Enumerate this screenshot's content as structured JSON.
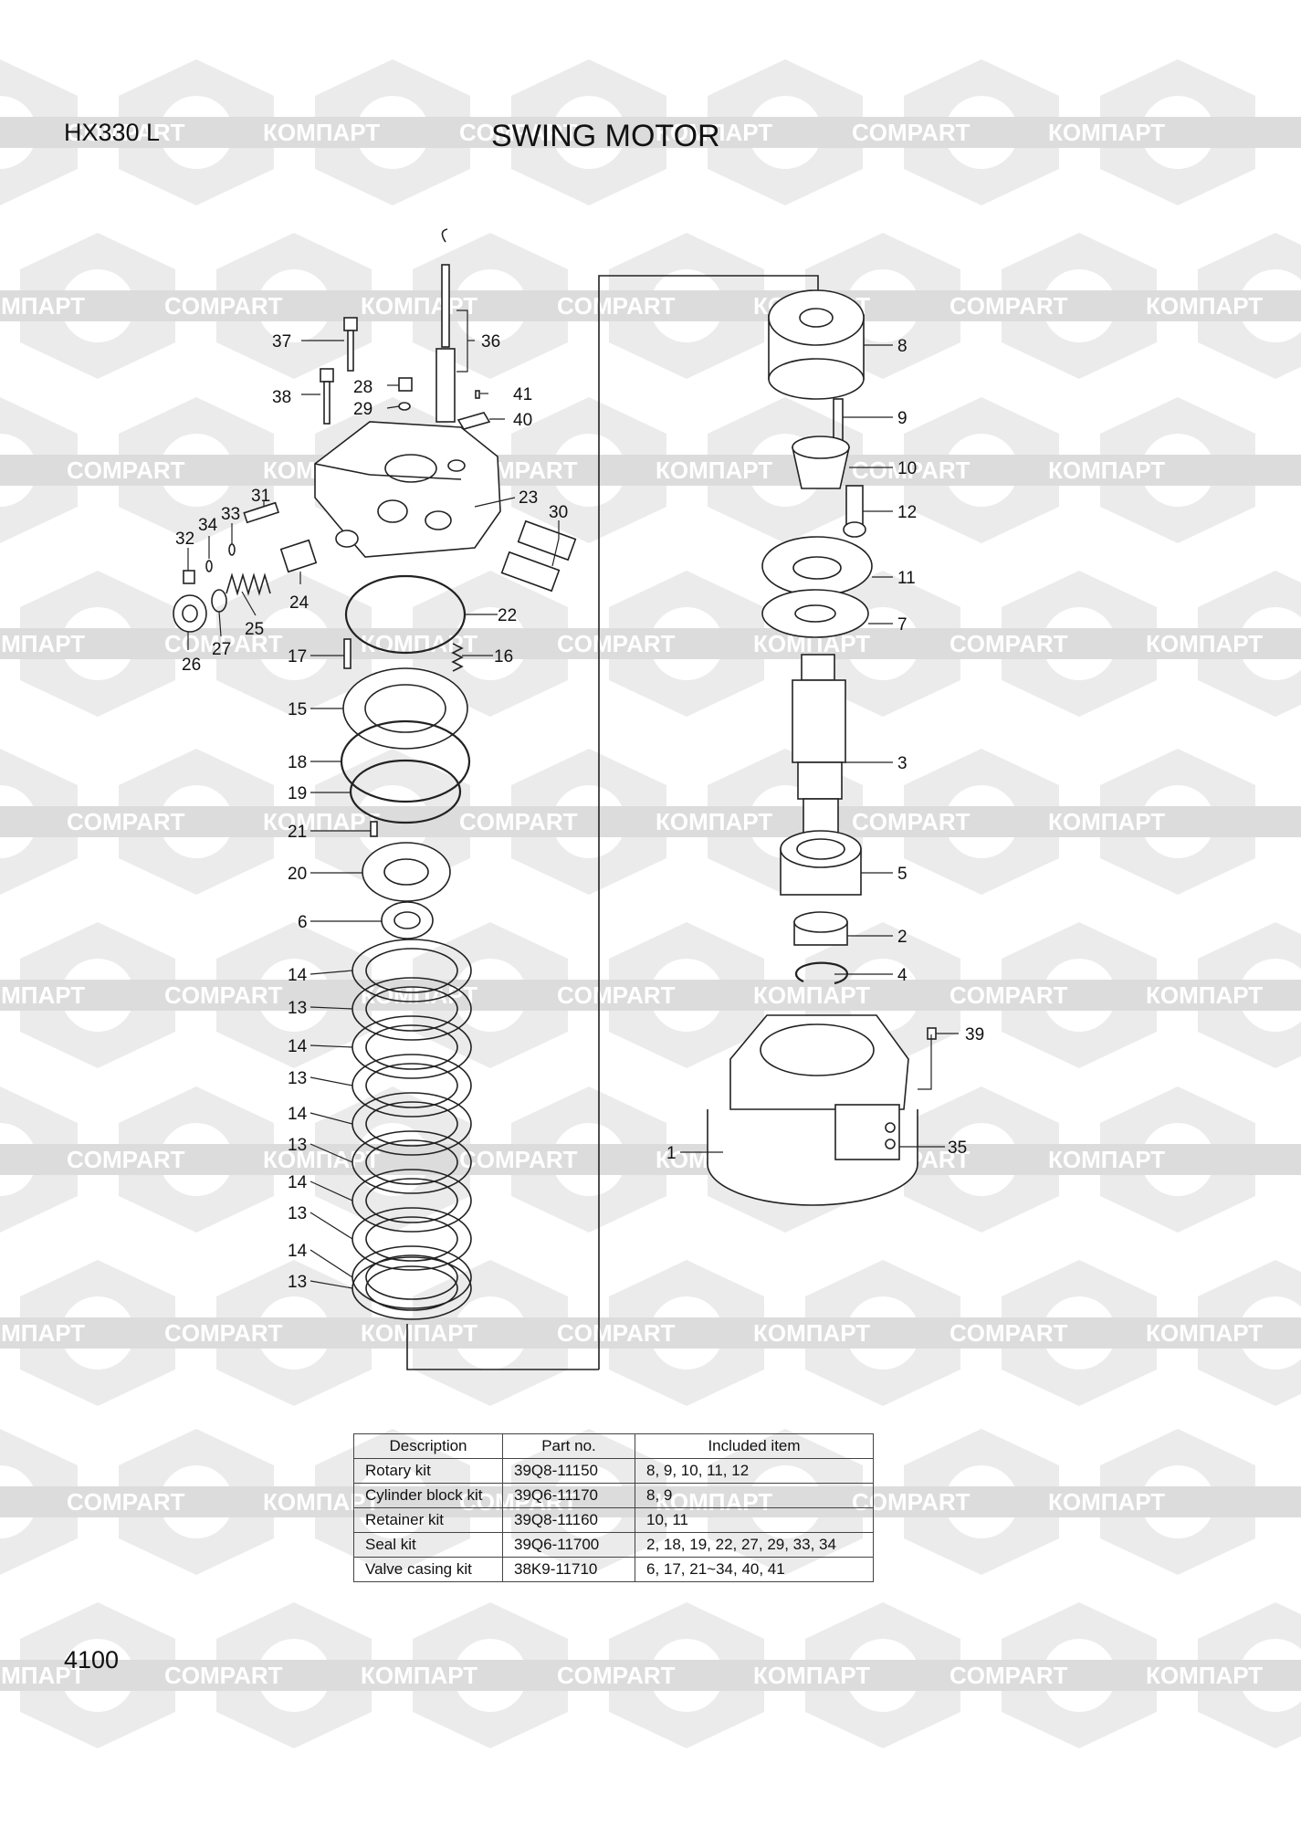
{
  "header": {
    "model": "HX330 L",
    "title": "SWING MOTOR"
  },
  "watermark": {
    "text_latin": "COMPART",
    "text_cyrillic": "КОМПАРТ"
  },
  "callouts": [
    "37",
    "36",
    "38",
    "28",
    "29",
    "41",
    "40",
    "31",
    "34",
    "33",
    "32",
    "23",
    "30",
    "24",
    "25",
    "27",
    "26",
    "22",
    "17",
    "16",
    "15",
    "18",
    "19",
    "21",
    "20",
    "6",
    "14",
    "13",
    "14",
    "13",
    "14",
    "13",
    "14",
    "13",
    "14",
    "13",
    "8",
    "9",
    "10",
    "12",
    "11",
    "7",
    "3",
    "5",
    "2",
    "4",
    "39",
    "1",
    "35"
  ],
  "kit_table": {
    "headers": [
      "Description",
      "Part no.",
      "Included item"
    ],
    "rows": [
      [
        "Rotary kit",
        "39Q8-11150",
        "8, 9, 10, 11, 12"
      ],
      [
        "Cylinder block kit",
        "39Q6-11170",
        "8, 9"
      ],
      [
        "Retainer kit",
        "39Q8-11160",
        "10, 11"
      ],
      [
        "Seal kit",
        "39Q6-11700",
        "2, 18, 19, 22, 27, 29, 33, 34"
      ],
      [
        "Valve casing kit",
        "38K9-11710",
        "6, 17, 21~34, 40, 41"
      ]
    ]
  },
  "page_number": "4100",
  "colors": {
    "line": "#222222",
    "watermark": "#e6e6e6",
    "background": "#ffffff"
  }
}
